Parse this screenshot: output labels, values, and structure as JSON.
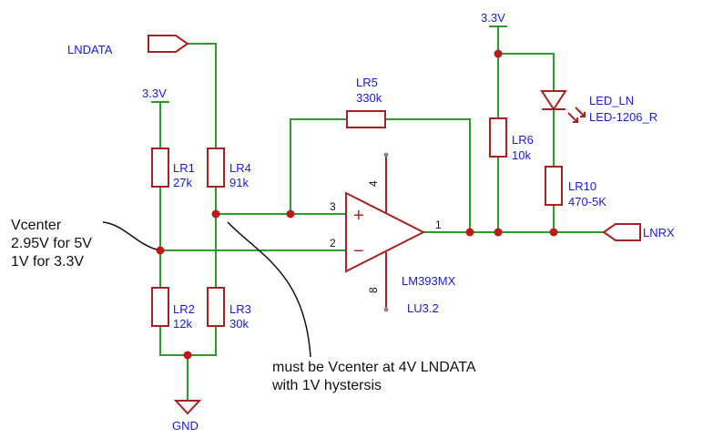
{
  "net_labels": {
    "supply_top_left": "3.3V",
    "supply_top_right": "3.3V",
    "ground": "GND",
    "input_port": "LNDATA",
    "output_port": "LNRX"
  },
  "resistors": [
    {
      "ref": "LR1",
      "value": "27k"
    },
    {
      "ref": "LR2",
      "value": "12k"
    },
    {
      "ref": "LR3",
      "value": "30k"
    },
    {
      "ref": "LR4",
      "value": "91k"
    },
    {
      "ref": "LR5",
      "value": "330k"
    },
    {
      "ref": "LR6",
      "value": "10k"
    },
    {
      "ref": "LR10",
      "value": "470-5K"
    }
  ],
  "led": {
    "ref": "LED_LN",
    "value": "LED-1206_R"
  },
  "comparator": {
    "part": "LM393MX",
    "unit": "LU3.2",
    "pins": {
      "noninv": "3",
      "inv": "2",
      "out": "1",
      "vcc": "4",
      "gnd": "8"
    }
  },
  "notes": {
    "vcenter_lines": [
      "Vcenter",
      "2.95V for 5V",
      "1V for 3.3V"
    ],
    "requirement_lines": [
      "must be Vcenter at 4V LNDATA",
      "with 1V hystersis"
    ]
  },
  "colors": {
    "wire": "#2e9a2e",
    "component": "#a82020",
    "junction": "#c01818",
    "label": "#1a1adb",
    "annotation": "#111111"
  }
}
